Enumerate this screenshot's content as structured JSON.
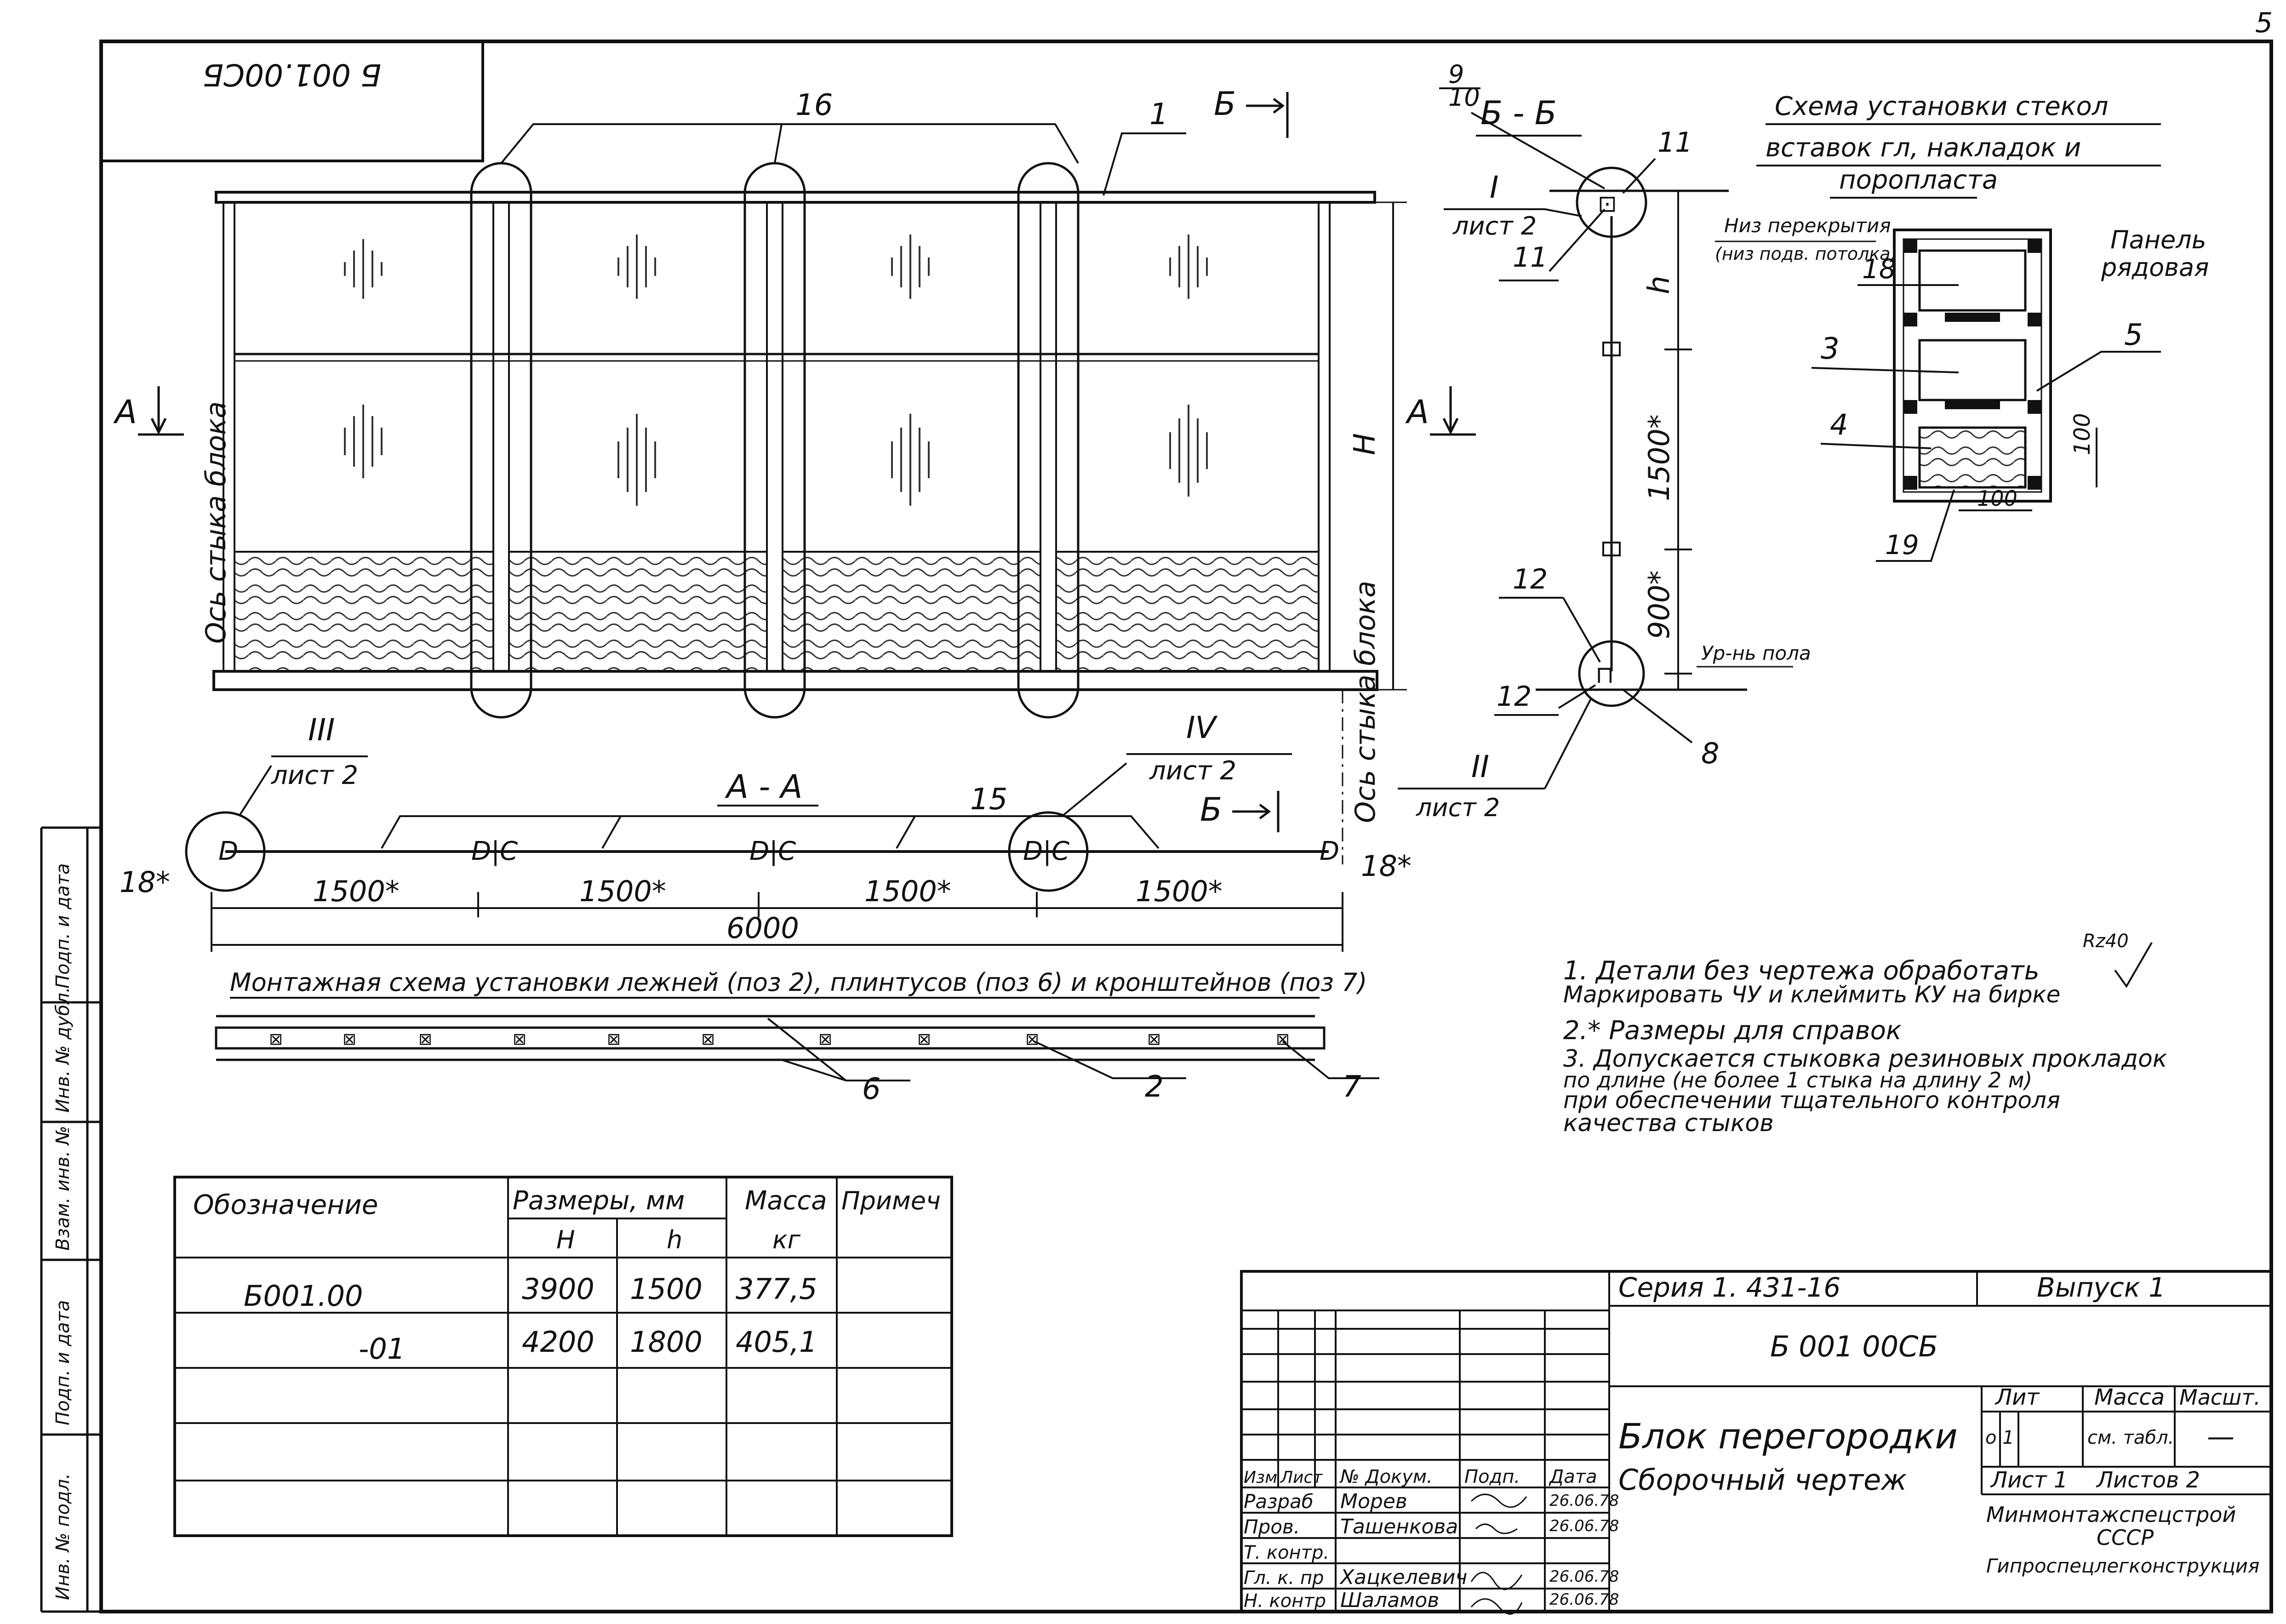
{
  "sheet": {
    "page_number": "5",
    "stamp_top": "Б 001.00СБ",
    "series": "Серия  1. 431-16",
    "issue": "Выпуск 1",
    "doc_code": "Б 001 00СБ",
    "title_line1": "Блок перегородки",
    "title_line2": "Сборочный чертеж",
    "lit_header": "Лит",
    "mass_header": "Масса",
    "scale_header": "Масшт.",
    "lit_value": "o 1",
    "mass_value": "см. табл.",
    "scale_value": "—",
    "sheet_label": "Лист 1",
    "sheets_label": "Листов 2",
    "org_line1": "Минмонтажспецстрой",
    "org_line2": "СССР",
    "org_line3": "Гипроспецлегконструкция"
  },
  "signatures": {
    "header": [
      "Изм",
      "Лист",
      "№ Докум.",
      "Подп.",
      "Дата"
    ],
    "rows": [
      {
        "role": "Разраб",
        "name": "Морев",
        "date": "26.06.78"
      },
      {
        "role": "Пров.",
        "name": "Ташенкова",
        "date": "26.06.78"
      },
      {
        "role": "Т. контр.",
        "name": "",
        "date": ""
      },
      {
        "role": "Гл. к. пр",
        "name": "Хацкелевич",
        "date": "26.06.78"
      },
      {
        "role": "Н. контр",
        "name": "Шаламов",
        "date": "26.06.78"
      }
    ]
  },
  "side_stamp": [
    "Инв. № подл.",
    "Подп. и дата",
    "Взам. инв. №",
    "Инв. № дубл.",
    "Подп. и дата"
  ],
  "elevation": {
    "left_axis_label": "Ось стыка блока",
    "right_axis_label": "Ось стыка блока",
    "height_label": "H",
    "pos_16": "16",
    "pos_1": "1",
    "section_a": "А",
    "section_b": "Б"
  },
  "section_aa": {
    "title": "А - А",
    "pos_15": "15",
    "spans": [
      "1500*",
      "1500*",
      "1500*",
      "1500*"
    ],
    "total": "6000",
    "edge_left": "18*",
    "edge_right": "18*",
    "node_iii": "III",
    "node_iii_sheet": "лист 2",
    "node_iv": "IV",
    "node_iv_sheet": "лист 2"
  },
  "section_bb": {
    "title": "Б - Б",
    "ref_9": "9",
    "ref_10": "10",
    "pos_11a": "11",
    "pos_11b": "11",
    "node_i": "I",
    "node_i_sheet": "лист 2",
    "ceiling_note_1": "Низ перекрытия",
    "ceiling_note_2": "(низ подв. потолка)",
    "dim_h": "h",
    "dim_1500": "1500*",
    "dim_900": "900*",
    "floor_note": "Ур-нь пола",
    "pos_12a": "12",
    "pos_12b": "12",
    "pos_8": "8",
    "node_ii": "II",
    "node_ii_sheet": "лист 2"
  },
  "glazing_scheme": {
    "title_1": "Схема установки стекол",
    "title_2": "вставок гл, накладок и",
    "title_3": "поропласта",
    "panel_label_1": "Панель",
    "panel_label_2": "рядовая",
    "pos_18": "18",
    "pos_3": "3",
    "pos_5": "5",
    "pos_4": "4",
    "pos_19": "19",
    "dim_100a": "100",
    "dim_100b": "100"
  },
  "mounting": {
    "title": "Монтажная схема установки лежней (поз 2),  плинтусов (поз 6) и кронштейнов (поз 7)",
    "pos_6": "6",
    "pos_2": "2",
    "pos_7": "7"
  },
  "notes": {
    "roughness": "Rz40",
    "items": [
      "1. Детали без чертежа обработать",
      "   Маркировать ЧУ и клеймить КУ на бирке",
      "2.* Размеры для справок",
      "3. Допускается стыковка резиновых прокладок",
      "   по длине (не более 1 стыка на длину 2 м)",
      "   при обеспечении тщательного контроля",
      "   качества стыков"
    ]
  },
  "size_table": {
    "h_designation": "Обозначение",
    "h_sizes": "Размеры, мм",
    "h_mass": "Масса",
    "h_note": "Примеч",
    "sub_H": "Н",
    "sub_h": "h",
    "sub_kg": "кг",
    "rows": [
      {
        "designation": "Б001.00",
        "H": "3900",
        "h": "1500",
        "mass": "377,5"
      },
      {
        "designation": "-01",
        "H": "4200",
        "h": "1800",
        "mass": "405,1"
      }
    ]
  }
}
